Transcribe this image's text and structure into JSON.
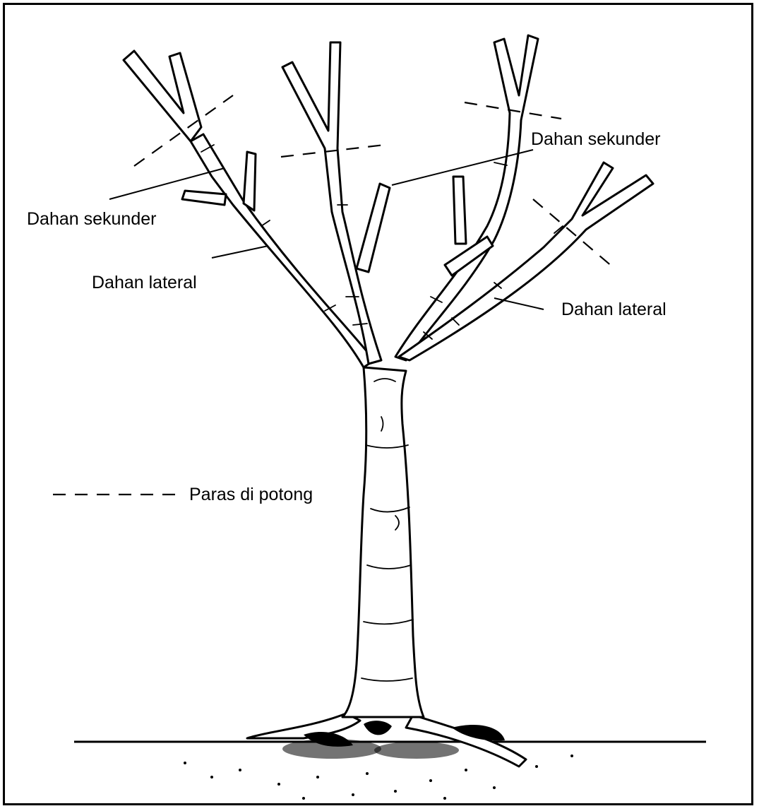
{
  "labels": {
    "secondary_branch_left": "Dahan sekunder",
    "secondary_branch_right": "Dahan sekunder",
    "lateral_branch_left": "Dahan lateral",
    "lateral_branch_right": "Dahan lateral",
    "cut_level_legend": "Paras di potong"
  },
  "colors": {
    "ink": "#000000",
    "paper": "#ffffff"
  }
}
